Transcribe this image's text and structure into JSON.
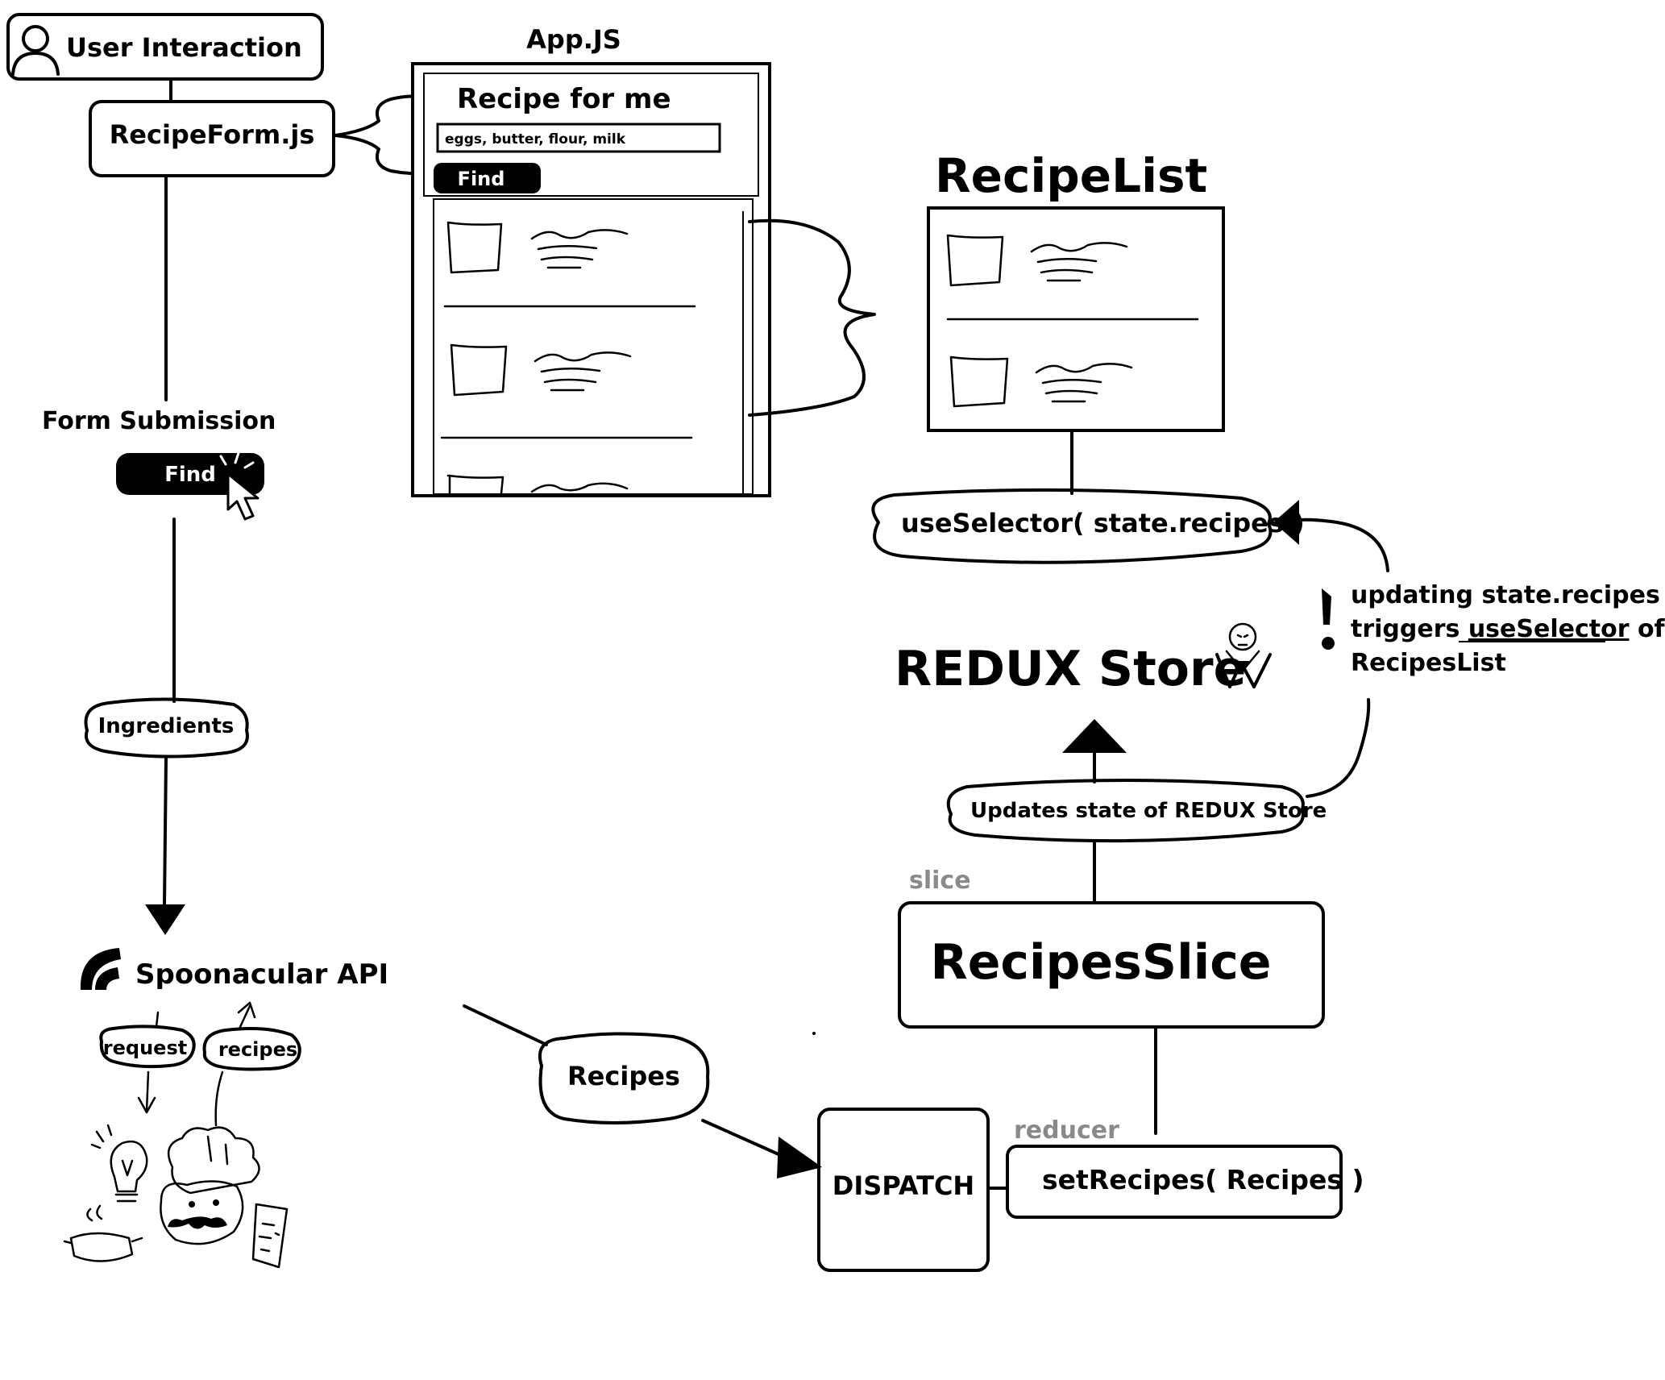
{
  "user": {
    "label": "User Interaction"
  },
  "recipe_form": {
    "label": "RecipeForm.js"
  },
  "app": {
    "title": "App.JS",
    "heading": "Recipe for me",
    "input_value": "eggs, butter, flour, milk",
    "find_label": "Find"
  },
  "form_submission": {
    "label": "Form Submission",
    "find_label": "Find"
  },
  "ingredients": {
    "label": "Ingredients"
  },
  "api": {
    "label": "Spoonacular API",
    "request_label": "request",
    "recipes_label": "recipes"
  },
  "recipes_bubble": {
    "label": "Recipes"
  },
  "dispatch": {
    "label": "DISPATCH"
  },
  "reducer": {
    "tag": "reducer",
    "label": "setRecipes( Recipes )"
  },
  "slice": {
    "tag": "slice",
    "label": "RecipesSlice"
  },
  "updates": {
    "label": "Updates state of REDUX Store"
  },
  "store": {
    "label": "REDUX Store"
  },
  "note": {
    "line1": "updating state.recipes",
    "line2_prefix": "triggers ",
    "line2_link": "useSelector",
    "line2_suffix": " of",
    "line3": "RecipesList"
  },
  "selector": {
    "label": "useSelector( state.recipes )"
  },
  "recipe_list": {
    "title": "RecipeList"
  }
}
